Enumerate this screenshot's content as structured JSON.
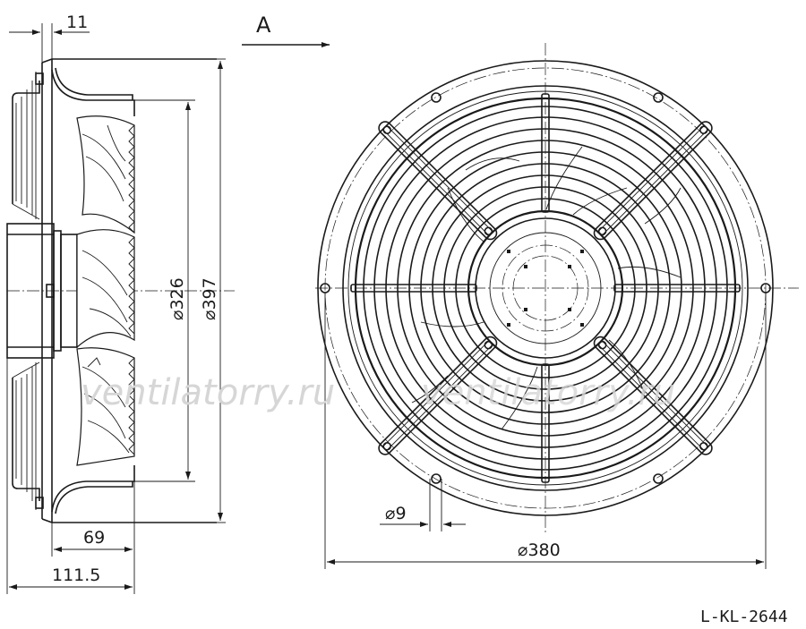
{
  "view_label": "A",
  "dimensions": {
    "flange_thickness": "11",
    "impeller_diameter": "⌀326",
    "housing_diameter": "⌀397",
    "hole_diameter": "⌀9",
    "bolt_circle": "⌀380",
    "depth_short": "69",
    "depth_total": "111.5"
  },
  "drawing_code": "L-KL-2644",
  "watermark": "ventilatorry.ru"
}
